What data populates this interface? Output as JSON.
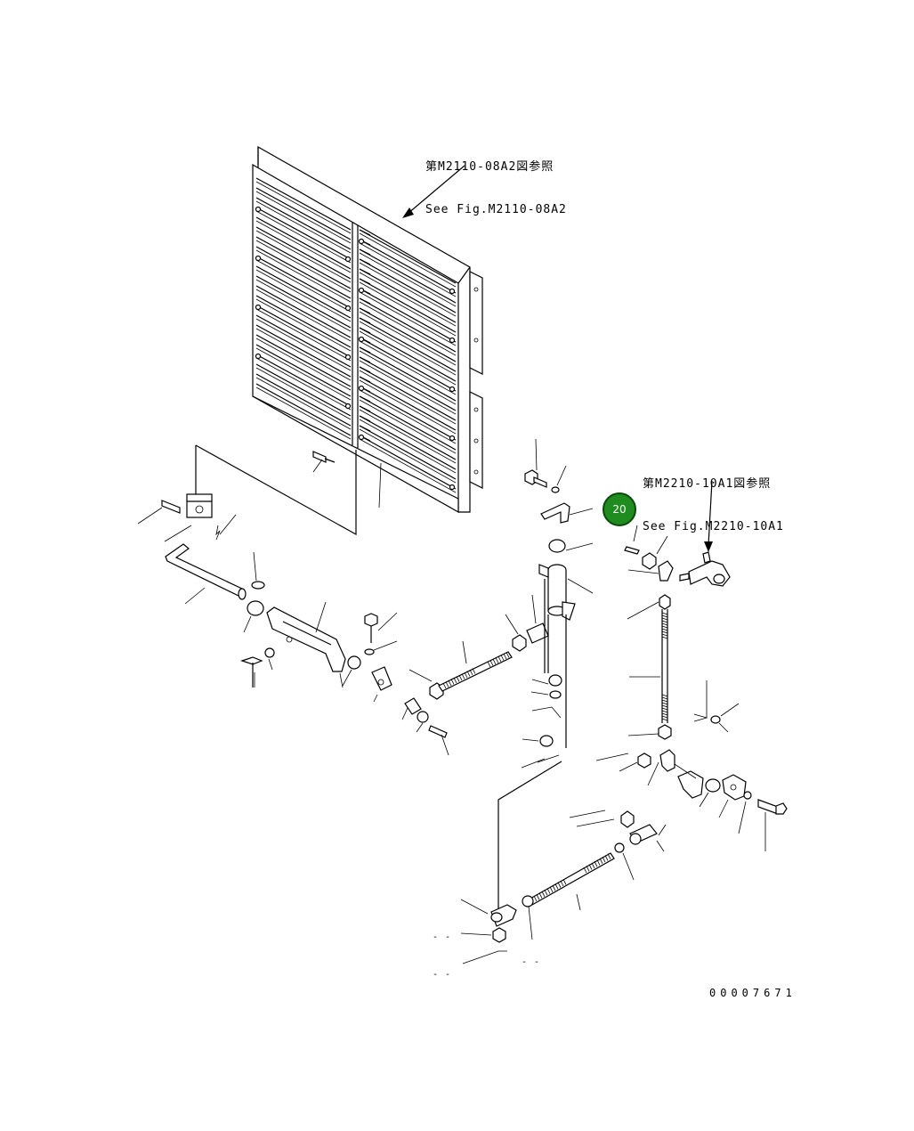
{
  "references": {
    "top": {
      "line_jp": "第M2110-08A2図参照",
      "line_en": "See Fig.M2110-08A2"
    },
    "right": {
      "line_jp": "第M2210-10A1図参照",
      "line_en": "See Fig.M2210-10A1"
    }
  },
  "callout": {
    "label": "20",
    "color": "#1e8c1e"
  },
  "document_number": "00007671",
  "dashes": [
    "- -",
    "- -",
    "- -"
  ]
}
